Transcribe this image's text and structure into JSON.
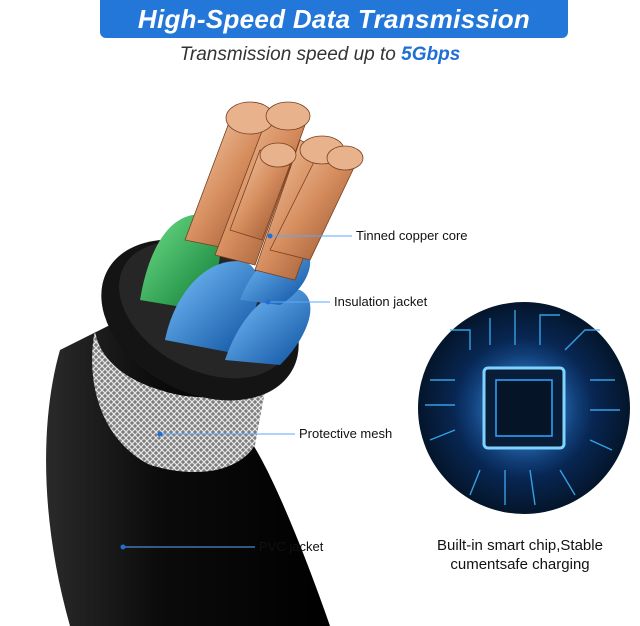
{
  "header": {
    "title": "High-Speed Data Transmission",
    "subtitle_prefix": "Transmission speed up to ",
    "subtitle_highlight": "5Gbps"
  },
  "labels": {
    "core": "Tinned copper core",
    "insulation": "Insulation jacket",
    "mesh": "Protective mesh",
    "pvc": "PVC jacket"
  },
  "chip_caption": {
    "line1": "Built-in smart chip,Stable",
    "line2": "cumentsafe charging"
  },
  "colors": {
    "banner": "#2377d9",
    "highlight": "#1f6fd6",
    "green_wire": "#1fa64a",
    "blue_wire": "#1e7fd8",
    "copper": "#d9946a",
    "chip_glow": "#2fa8ff"
  }
}
